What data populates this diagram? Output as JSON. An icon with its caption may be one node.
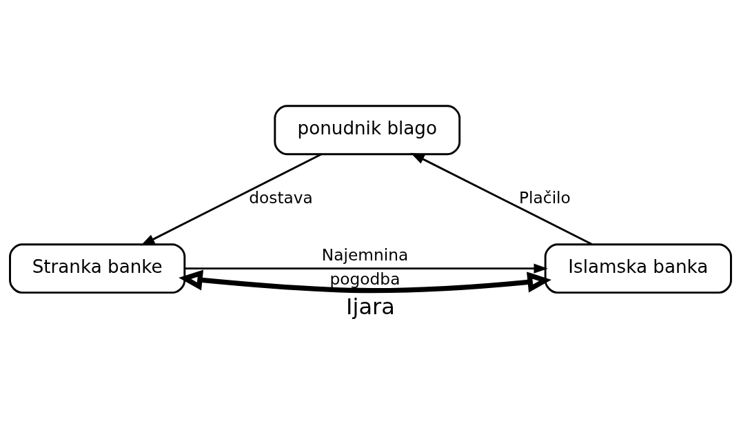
{
  "diagram": {
    "caption": "Ijara",
    "nodes": [
      {
        "text": [
          "ponudnik blago"
        ]
      },
      {
        "text": [
          "Stranka banke"
        ]
      },
      {
        "text": [
          "Islamska banka"
        ]
      }
    ],
    "edges": [
      {
        "from": 0,
        "to": 1,
        "arrow": "to",
        "label": "dostava"
      },
      {
        "from": 2,
        "to": 0,
        "arrow": "to",
        "label": "Plačilo"
      },
      {
        "from": 1,
        "to": 2,
        "arrow": "both",
        "label": "pogodba",
        "style": "thick"
      },
      {
        "from": 1,
        "to": 2,
        "arrow": "to",
        "label": "Najemnina"
      }
    ]
  }
}
